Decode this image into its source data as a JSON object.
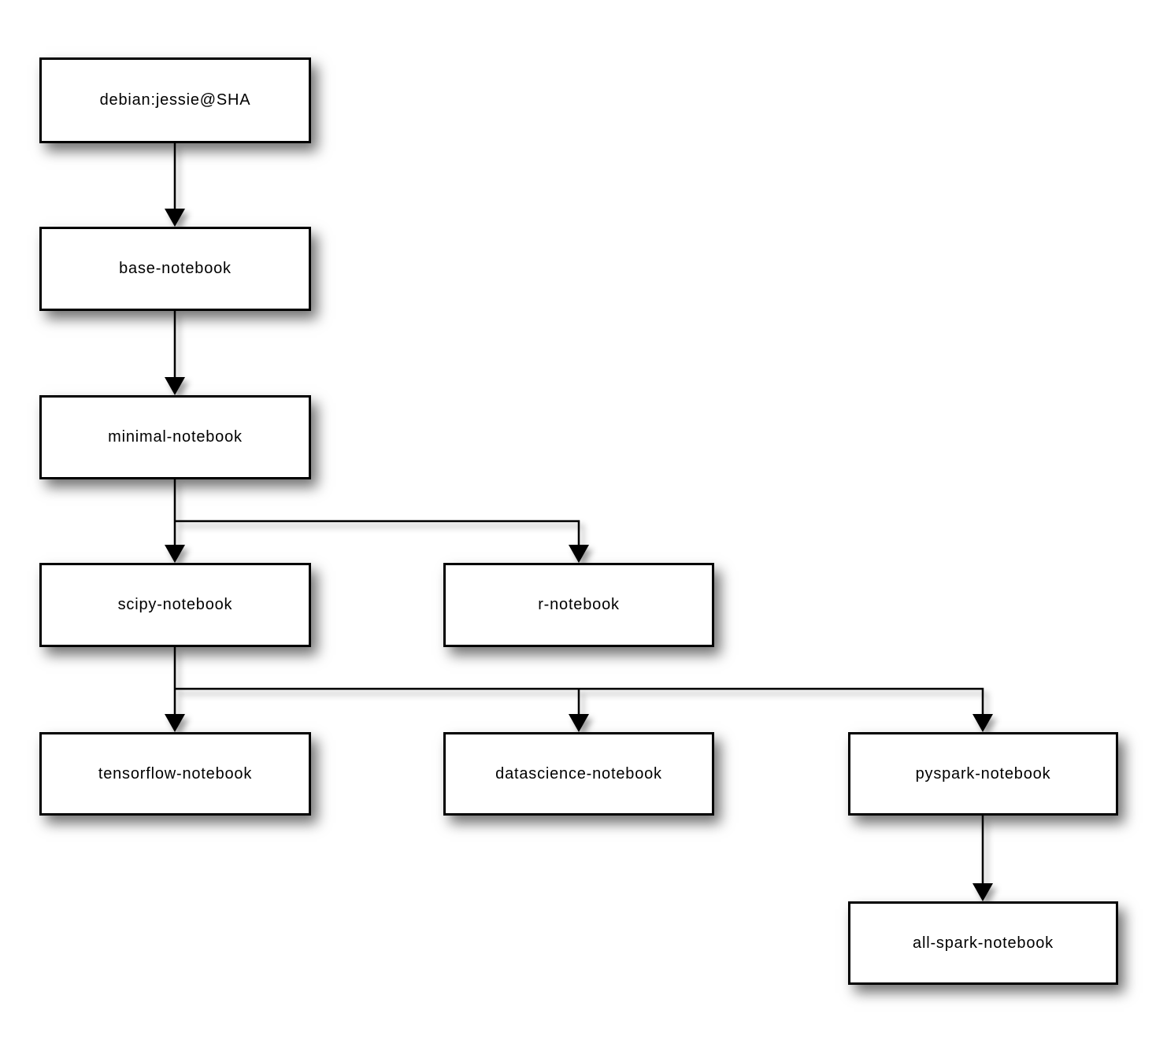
{
  "diagram": {
    "nodes": [
      {
        "id": "debian-jessie",
        "label": "debian:jessie@SHA"
      },
      {
        "id": "base-notebook",
        "label": "base-notebook"
      },
      {
        "id": "minimal-notebook",
        "label": "minimal-notebook"
      },
      {
        "id": "scipy-notebook",
        "label": "scipy-notebook"
      },
      {
        "id": "r-notebook",
        "label": "r-notebook"
      },
      {
        "id": "tensorflow-notebook",
        "label": "tensorflow-notebook"
      },
      {
        "id": "datascience-notebook",
        "label": "datascience-notebook"
      },
      {
        "id": "pyspark-notebook",
        "label": "pyspark-notebook"
      },
      {
        "id": "all-spark-notebook",
        "label": "all-spark-notebook"
      }
    ],
    "edges": [
      {
        "from": "debian-jessie",
        "to": "base-notebook"
      },
      {
        "from": "base-notebook",
        "to": "minimal-notebook"
      },
      {
        "from": "minimal-notebook",
        "to": "scipy-notebook"
      },
      {
        "from": "minimal-notebook",
        "to": "r-notebook"
      },
      {
        "from": "scipy-notebook",
        "to": "tensorflow-notebook"
      },
      {
        "from": "scipy-notebook",
        "to": "datascience-notebook"
      },
      {
        "from": "scipy-notebook",
        "to": "pyspark-notebook"
      },
      {
        "from": "pyspark-notebook",
        "to": "all-spark-notebook"
      }
    ],
    "colors": {
      "background": "#ffffff",
      "box_fill": "#ffffff",
      "box_border": "#000000",
      "line": "#000000",
      "text": "#000000"
    }
  }
}
